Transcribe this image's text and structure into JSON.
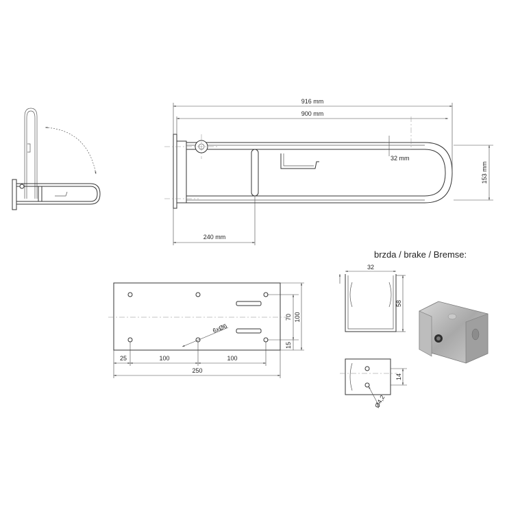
{
  "dimensions": {
    "overall_length": "916 mm",
    "bar_length": "900 mm",
    "tube_diameter": "32 mm",
    "height": "153 mm",
    "holder_offset": "240 mm"
  },
  "plate": {
    "d_edge": "25",
    "d_pitch_1": "100",
    "d_pitch_2": "100",
    "d_total": "250",
    "d_holes": "6xØ6",
    "d_inner_height": "70",
    "d_total_height": "100",
    "d_bottom": "15"
  },
  "brake": {
    "title": "brzda / brake / Bremse:",
    "d_width": "32",
    "d_height": "58",
    "d_slot": "14",
    "d_hole": "Ø4,2"
  }
}
